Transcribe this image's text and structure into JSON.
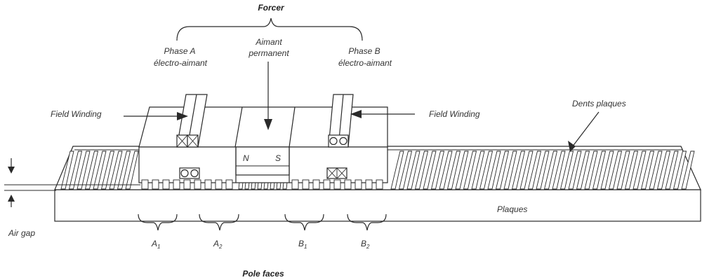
{
  "labels": {
    "forcer": "Forcer",
    "phase_a_line1": "Phase A",
    "phase_a_line2": "électro-aimant",
    "aimant_line1": "Aimant",
    "aimant_line2": "permanent",
    "phase_b_line1": "Phase B",
    "phase_b_line2": "électro-aimant",
    "field_winding_left": "Field Winding",
    "field_winding_right": "Field Winding",
    "dents_plaques": "Dents plaques",
    "magnet_n": "N",
    "magnet_s": "S",
    "plaques": "Plaques",
    "air_gap": "Air gap",
    "pole_a1_main": "A",
    "pole_a1_sub": "1",
    "pole_a2_main": "A",
    "pole_a2_sub": "2",
    "pole_b1_main": "B",
    "pole_b1_sub": "1",
    "pole_b2_main": "B",
    "pole_b2_sub": "2",
    "pole_faces": "Pole faces"
  },
  "colors": {
    "line": "#2a2a2a",
    "text": "#333333",
    "background": "#ffffff"
  }
}
